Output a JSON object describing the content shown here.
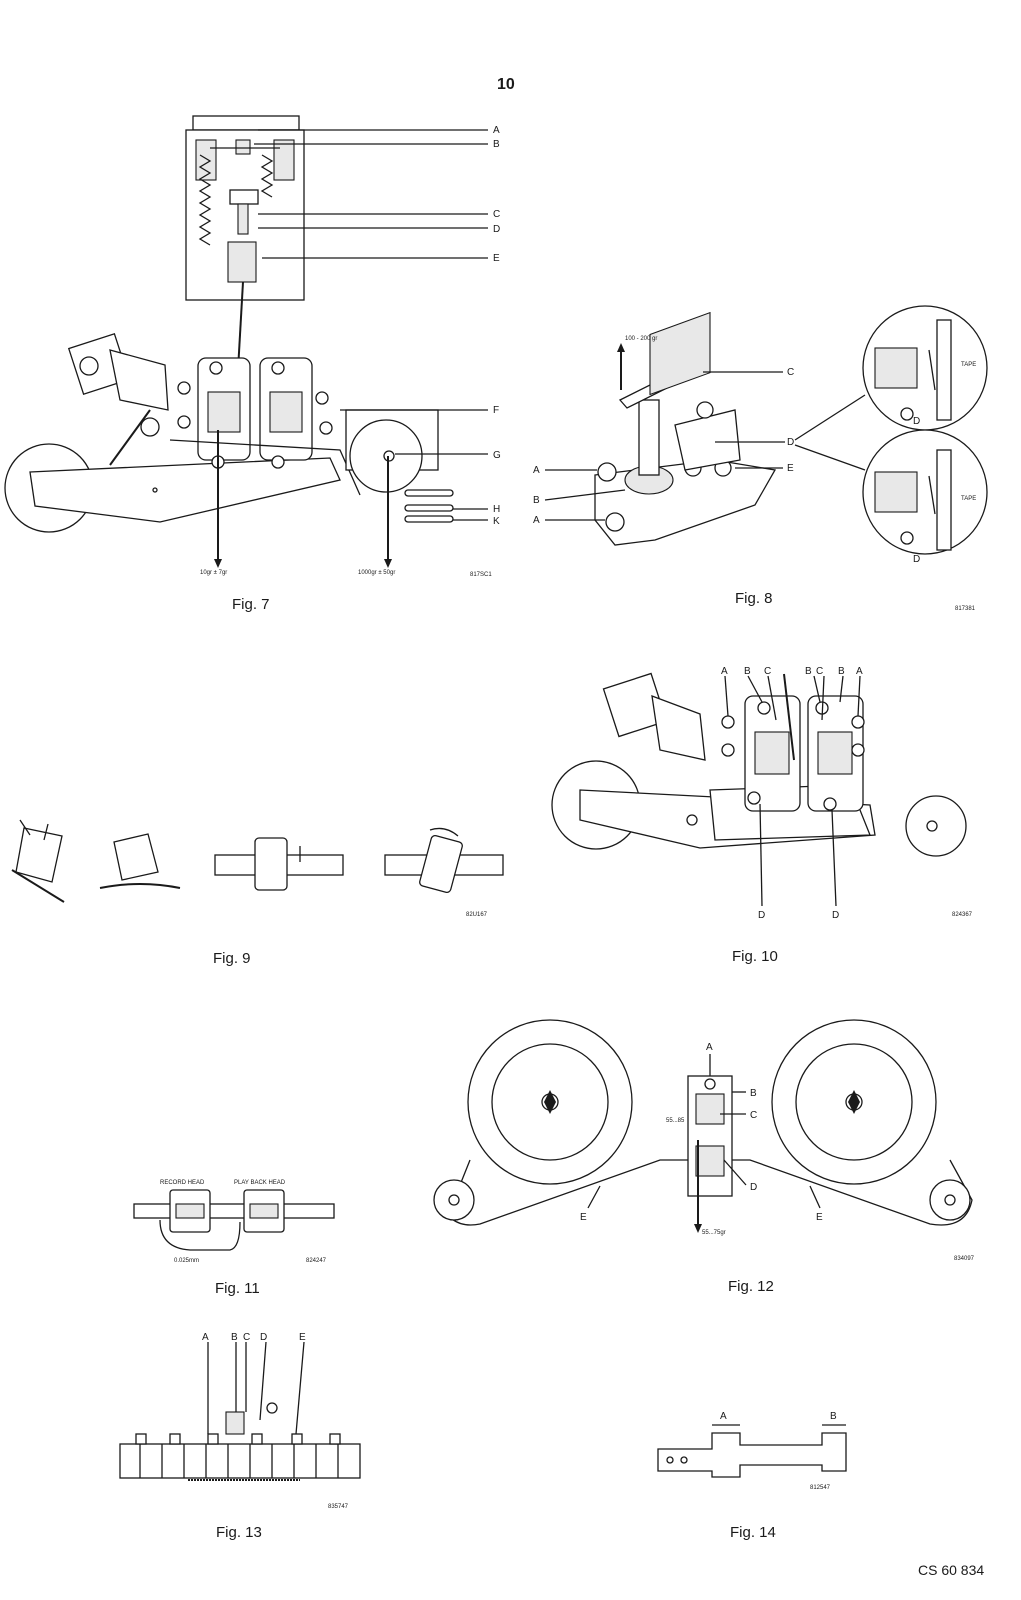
{
  "page_number": "10",
  "footer": "CS 60 834",
  "fig7": {
    "caption": "Fig. 7",
    "labels": [
      "A",
      "B",
      "C",
      "D",
      "E",
      "F",
      "G",
      "H",
      "K"
    ],
    "force_left": "10gr ± 7gr",
    "force_right": "1000gr ± 50gr",
    "code": "817SC1"
  },
  "fig8": {
    "caption": "Fig. 8",
    "force": "100 - 200 gr",
    "labels_left": [
      "A",
      "B",
      "A"
    ],
    "labels_right": [
      "C",
      "D",
      "E"
    ],
    "inset_label": "TAPE",
    "inset_d": "D",
    "code": "817381"
  },
  "fig9": {
    "caption": "Fig. 9",
    "code": "82U167"
  },
  "fig10": {
    "caption": "Fig. 10",
    "top_labels": [
      "A",
      "B",
      "C",
      "B",
      "C",
      "B",
      "A"
    ],
    "bottom_labels": [
      "D",
      "D"
    ],
    "code": "824367"
  },
  "fig11": {
    "caption": "Fig. 11",
    "record_head": "RECORD HEAD",
    "playback_head": "PLAY BACK HEAD",
    "gap": "0.025mm",
    "code": "824247"
  },
  "fig12": {
    "caption": "Fig. 12",
    "labels": [
      "A",
      "B",
      "C",
      "D",
      "E",
      "E"
    ],
    "force_side": "55...85",
    "force_bottom": "55...75gr",
    "code": "834097"
  },
  "fig13": {
    "caption": "Fig. 13",
    "labels": [
      "A",
      "B",
      "C",
      "D",
      "E"
    ],
    "code": "835747"
  },
  "fig14": {
    "caption": "Fig. 14",
    "labels": [
      "A",
      "B"
    ],
    "code": "812547"
  }
}
